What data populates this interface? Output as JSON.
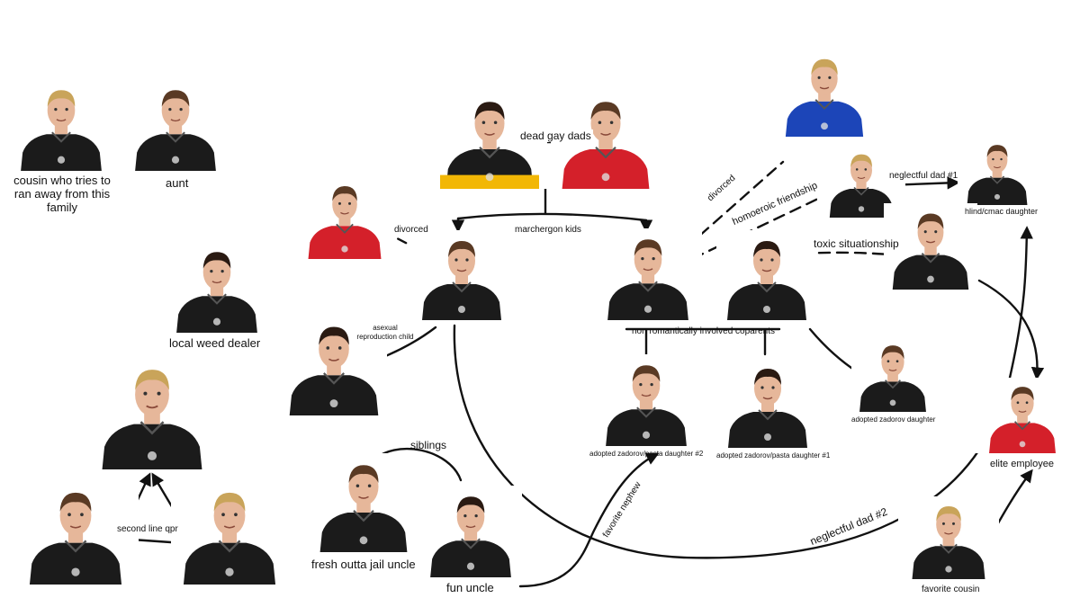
{
  "colors": {
    "black_jersey": "#1b1b1b",
    "bruins_gold": "#f2b705",
    "red_jersey": "#d4202a",
    "blue_jersey": "#1c45b8",
    "skin": "#e6b79a",
    "hair_brown": "#5a3a24",
    "hair_blond": "#c9a45a",
    "line": "#111111"
  },
  "people": {
    "cousin_left": {
      "jersey": "black",
      "hair": "blond"
    },
    "aunt": {
      "jersey": "black",
      "hair": "brown"
    },
    "dad_bruins": {
      "jersey": "bruins",
      "hair": "dark"
    },
    "dad_panthers": {
      "jersey": "red",
      "hair": "brown"
    },
    "divorced_red": {
      "jersey": "red",
      "hair": "brown"
    },
    "kid_left": {
      "jersey": "black",
      "hair": "brown"
    },
    "kid_right": {
      "jersey": "black",
      "hair": "brown"
    },
    "coparent": {
      "jersey": "black",
      "hair": "dark"
    },
    "blue_top": {
      "jersey": "blue",
      "hair": "blond"
    },
    "homoerotic_friend": {
      "jersey": "black",
      "hair": "blond"
    },
    "hlind_daughter": {
      "jersey": "black",
      "hair": "brown"
    },
    "toxic": {
      "jersey": "black",
      "hair": "brown"
    },
    "weed_dealer": {
      "jersey": "black",
      "hair": "dark"
    },
    "asexual_child": {
      "jersey": "black",
      "hair": "dark"
    },
    "qpr_top": {
      "jersey": "black",
      "hair": "blond"
    },
    "qpr_left": {
      "jersey": "black",
      "hair": "brown"
    },
    "qpr_right": {
      "jersey": "black",
      "hair": "blond"
    },
    "jail_uncle": {
      "jersey": "black",
      "hair": "brown"
    },
    "fun_uncle": {
      "jersey": "black",
      "hair": "dark"
    },
    "daughter2": {
      "jersey": "black",
      "hair": "brown"
    },
    "daughter1": {
      "jersey": "black",
      "hair": "dark"
    },
    "zadorov_daughter": {
      "jersey": "black",
      "hair": "brown"
    },
    "elite_employee": {
      "jersey": "red",
      "hair": "brown"
    },
    "favorite_cousin": {
      "jersey": "black",
      "hair": "blond"
    }
  },
  "labels": {
    "cousin": "cousin who tries to ran away from this family",
    "aunt": "aunt",
    "dead_gay_dads": "dead gay dads",
    "marchergon_kids": "marchergon kids",
    "divorced_left": "divorced",
    "divorced_right": "divorced",
    "homoerotic": "homoeroic friendship",
    "neglectful_dad_1": "neglectful dad #1",
    "hlind_daughter": "hlind/cmac daughter",
    "toxic_situationship": "toxic situationship",
    "local_weed_dealer": "local weed dealer",
    "asexual_child": "asexual reproduction child",
    "coparents": "non romantically involved coparents",
    "adopted_zadorov": "adopted zadorov daughter",
    "daughter2": "adopted zadorov/pasta daughter #2",
    "daughter1": "adopted zadorov/pasta daughter #1",
    "elite_employee": "elite employee",
    "siblings": "siblings",
    "second_line_qpr": "second line qpr",
    "jail_uncle": "fresh outta jail uncle",
    "fun_uncle": "fun uncle",
    "favorite_nephew": "favorite nephew",
    "neglectful_dad_2": "neglectful dad #2",
    "favorite_cousin": "favorite cousin"
  }
}
